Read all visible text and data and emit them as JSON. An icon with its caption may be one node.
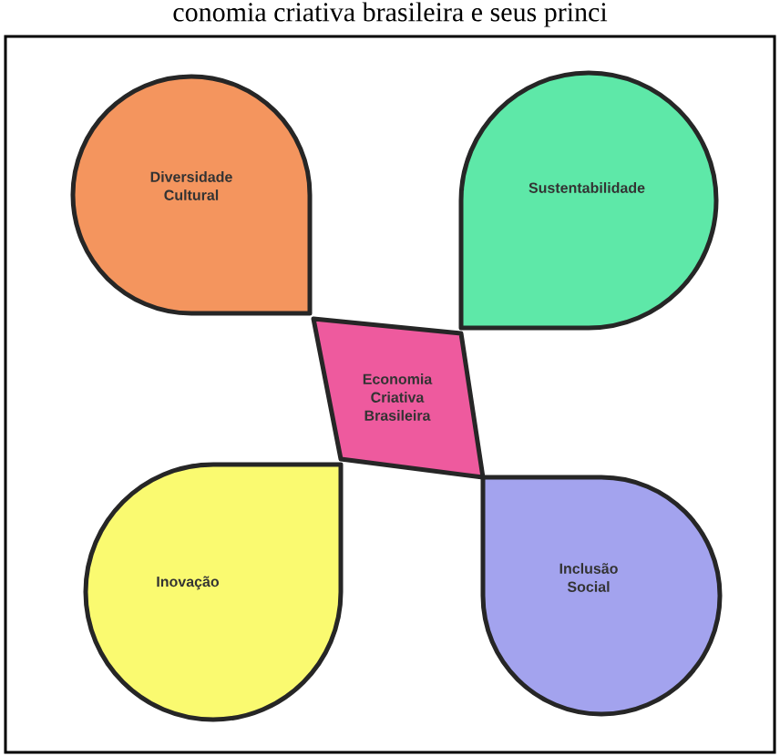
{
  "diagram": {
    "title": "conomia criativa brasileira e seus princi",
    "nodes": [
      {
        "text": [
          "Diversidade Cultural"
        ]
      },
      {
        "text": [
          "Sustentabilidade"
        ]
      },
      {
        "text": [
          "Economia Criativa Brasileira"
        ]
      },
      {
        "text": [
          "Inovação"
        ]
      },
      {
        "text": [
          "Inclusão Social"
        ]
      }
    ]
  }
}
